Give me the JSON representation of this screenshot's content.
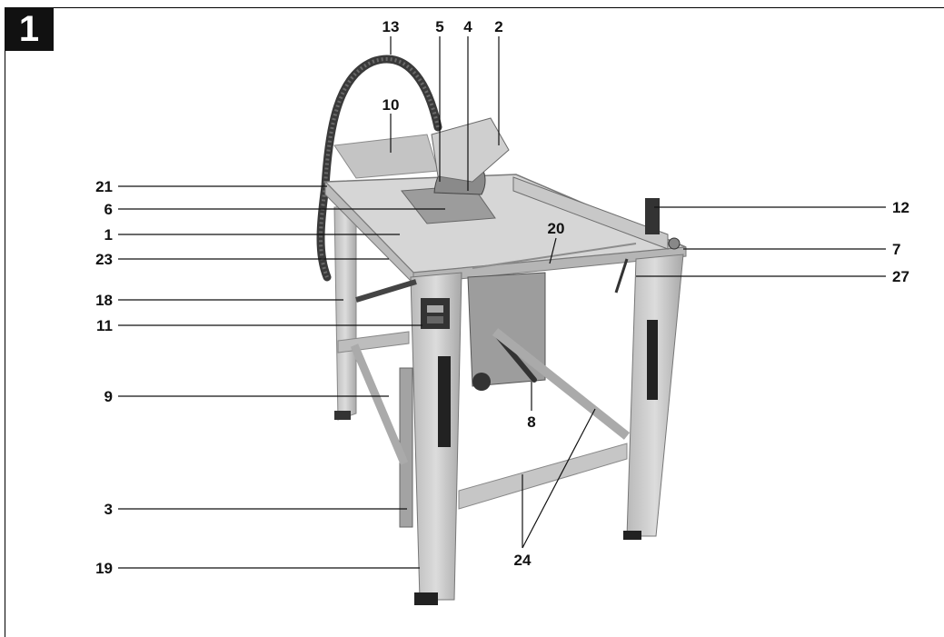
{
  "figure": {
    "number": "1"
  },
  "callouts": {
    "c1": "1",
    "c2": "2",
    "c3": "3",
    "c4": "4",
    "c5": "5",
    "c6": "6",
    "c7": "7",
    "c8": "8",
    "c9": "9",
    "c10": "10",
    "c11": "11",
    "c12": "12",
    "c13": "13",
    "c18": "18",
    "c19": "19",
    "c20": "20",
    "c21": "21",
    "c23": "23",
    "c24": "24",
    "c27": "27"
  }
}
